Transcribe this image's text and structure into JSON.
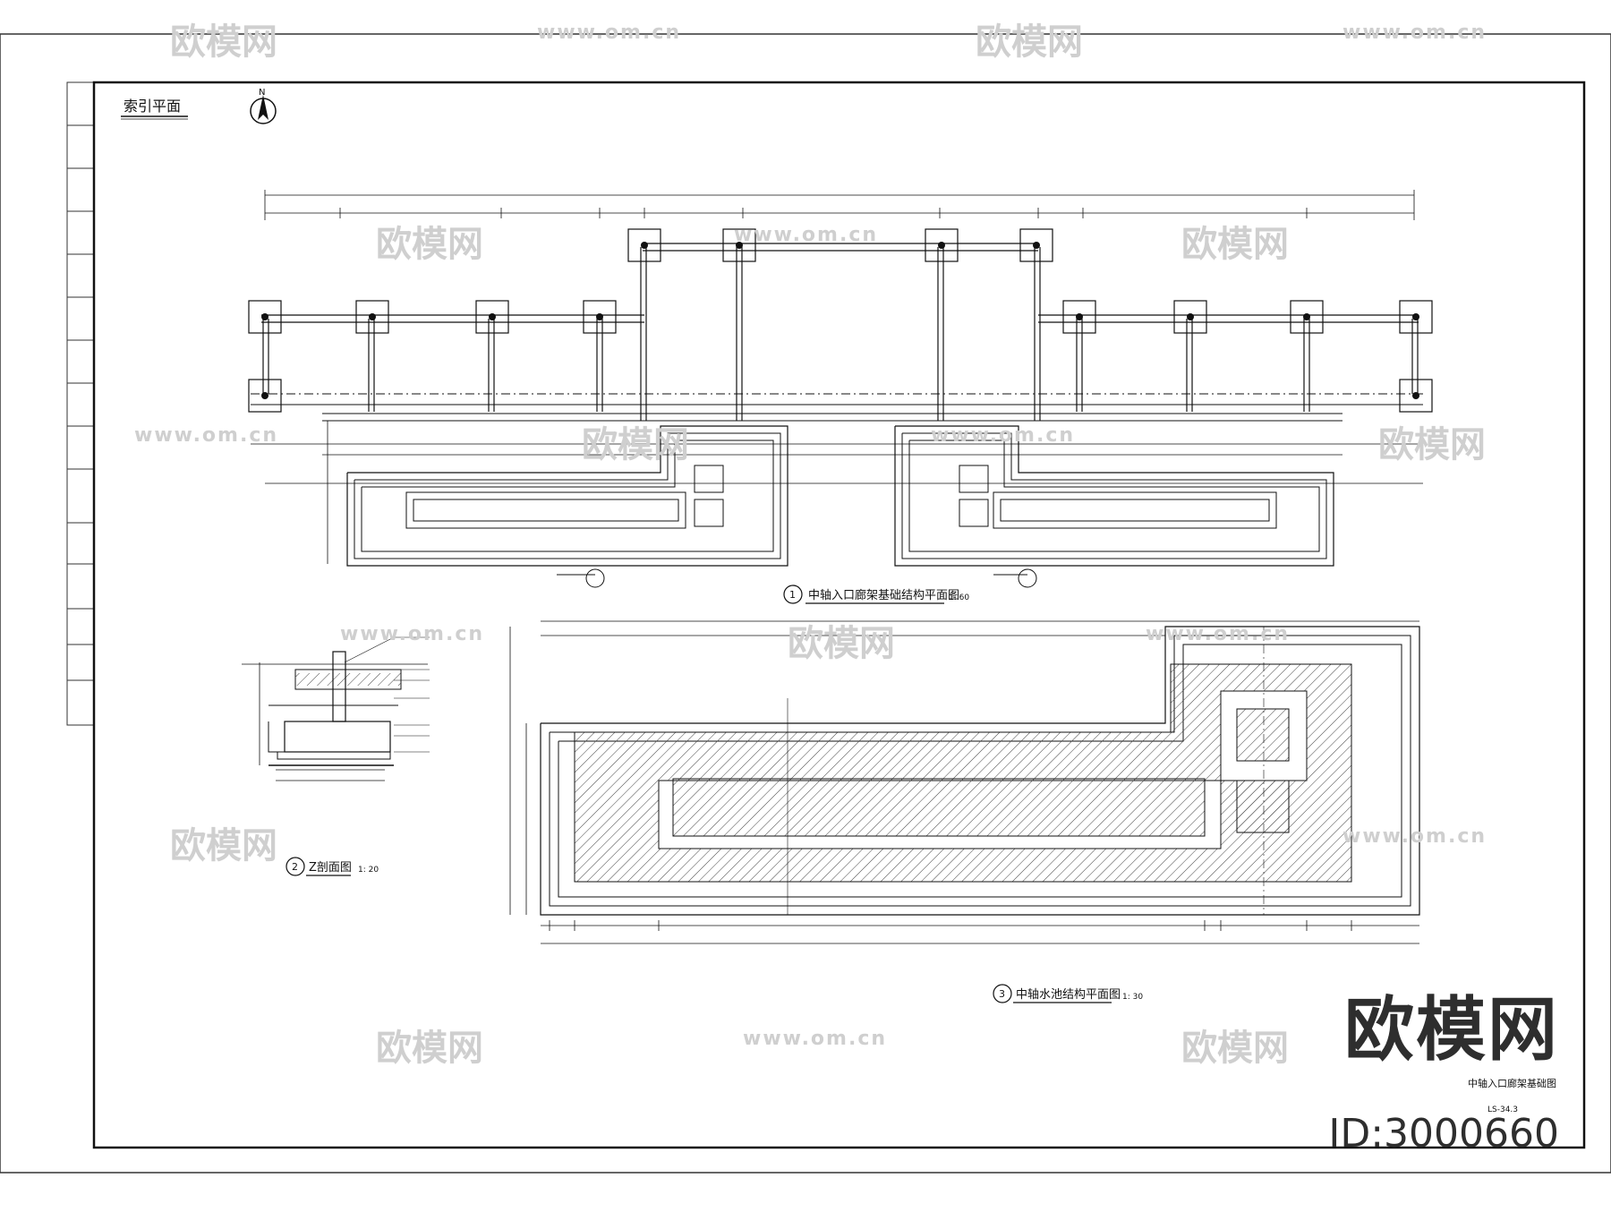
{
  "sheet": {
    "index_title": "索引平面",
    "north": "N",
    "plan1_num": "1",
    "plan1_title": "中轴入口廊架基础结构平面图",
    "plan1_scale": "1: 60",
    "plan2_num": "2",
    "plan2_title": "Z剖面图",
    "plan2_scale": "1: 20",
    "plan3_num": "3",
    "plan3_title": "中轴水池结构平面图",
    "plan3_scale": "1: 30",
    "titleblock_text": "中轴入口廊架基础图",
    "titleblock_code": "LS-34.3"
  },
  "watermark": {
    "brand": "欧模网",
    "id": "ID:3000660",
    "logo": "欧模网",
    "url": "www.om.cn"
  },
  "colors": {
    "line": "#111111",
    "watermark": "#d0d0d0",
    "hatch": "#444444"
  }
}
